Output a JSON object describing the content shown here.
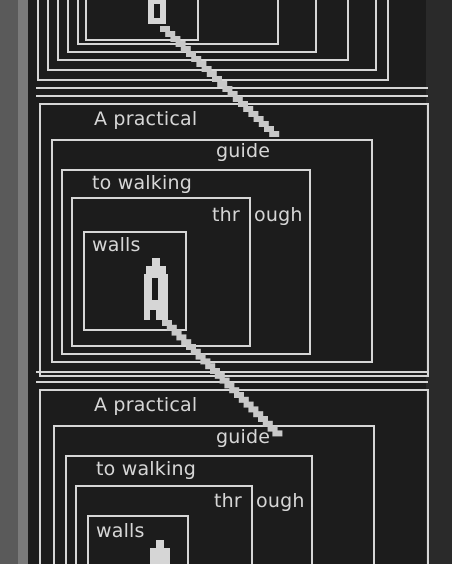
{
  "poster": {
    "panels": [
      {
        "line1": "A practical",
        "line2": "guide",
        "line3": "to walking",
        "line4a": "thr",
        "line4b": "ough",
        "line5": "walls"
      },
      {
        "line1": "A practical",
        "line2": "guide",
        "line3": "to walking",
        "line4a": "thr",
        "line4b": "ough",
        "line5": "walls"
      }
    ],
    "colors": {
      "background": "#1c1c1c",
      "ink": "#d6d6d6",
      "shadow": "#4a4a4a"
    },
    "figure_icon": "standing-person-icon"
  }
}
